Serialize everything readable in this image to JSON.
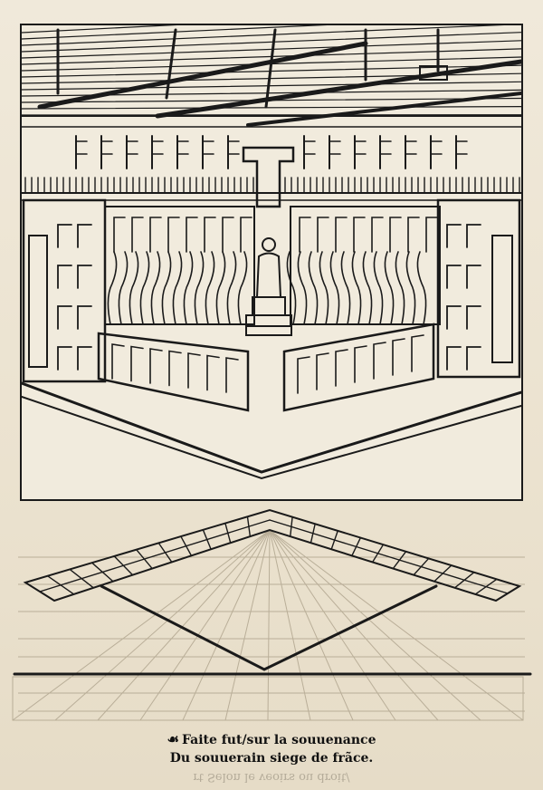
{
  "woodcut": {
    "subject": "royal-throne-hall-woodcut",
    "ink_color": "#1a1a1a",
    "paper_color": "#f1ebdd"
  },
  "diagram": {
    "subject": "perspective-floor-grid-diagram",
    "ink_color": "#1a1a1a",
    "faint_grid_color": "#b9ae98"
  },
  "caption": {
    "pilcrow": "☙",
    "line1": "Faite fut/sur la souuenance",
    "line2": "Du souuerain siege de frãce."
  },
  "bleed_through": {
    "text": "rt Selon le veoirs ou droit/"
  }
}
